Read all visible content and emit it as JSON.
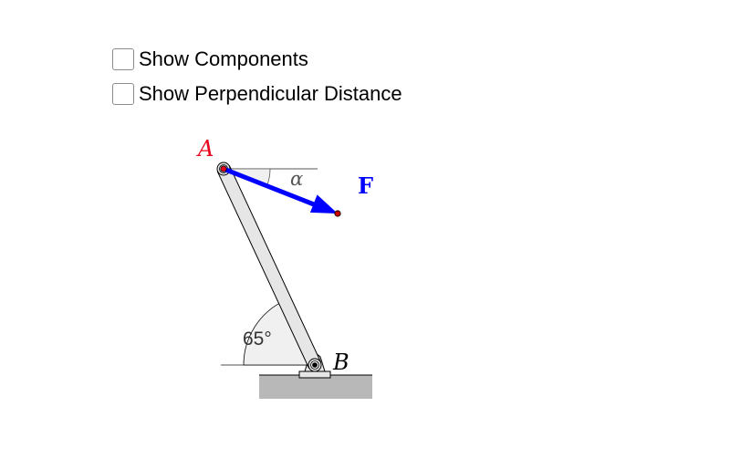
{
  "controls": {
    "show_components": {
      "label": "Show Components",
      "checked": false
    },
    "show_perpendicular": {
      "label": "Show Perpendicular Distance",
      "checked": false
    }
  },
  "diagram": {
    "point_a_label": "A",
    "point_b_label": "B",
    "force_label": "F",
    "alpha_label": "α",
    "angle_b_label": "65°",
    "colors": {
      "point_a": "#e8001c",
      "force_vector": "#0000ff",
      "force_tip": "#cc0000",
      "ground": "#b8b8b8",
      "beam_fill": "#e6e6e6",
      "outline": "#000000"
    }
  }
}
